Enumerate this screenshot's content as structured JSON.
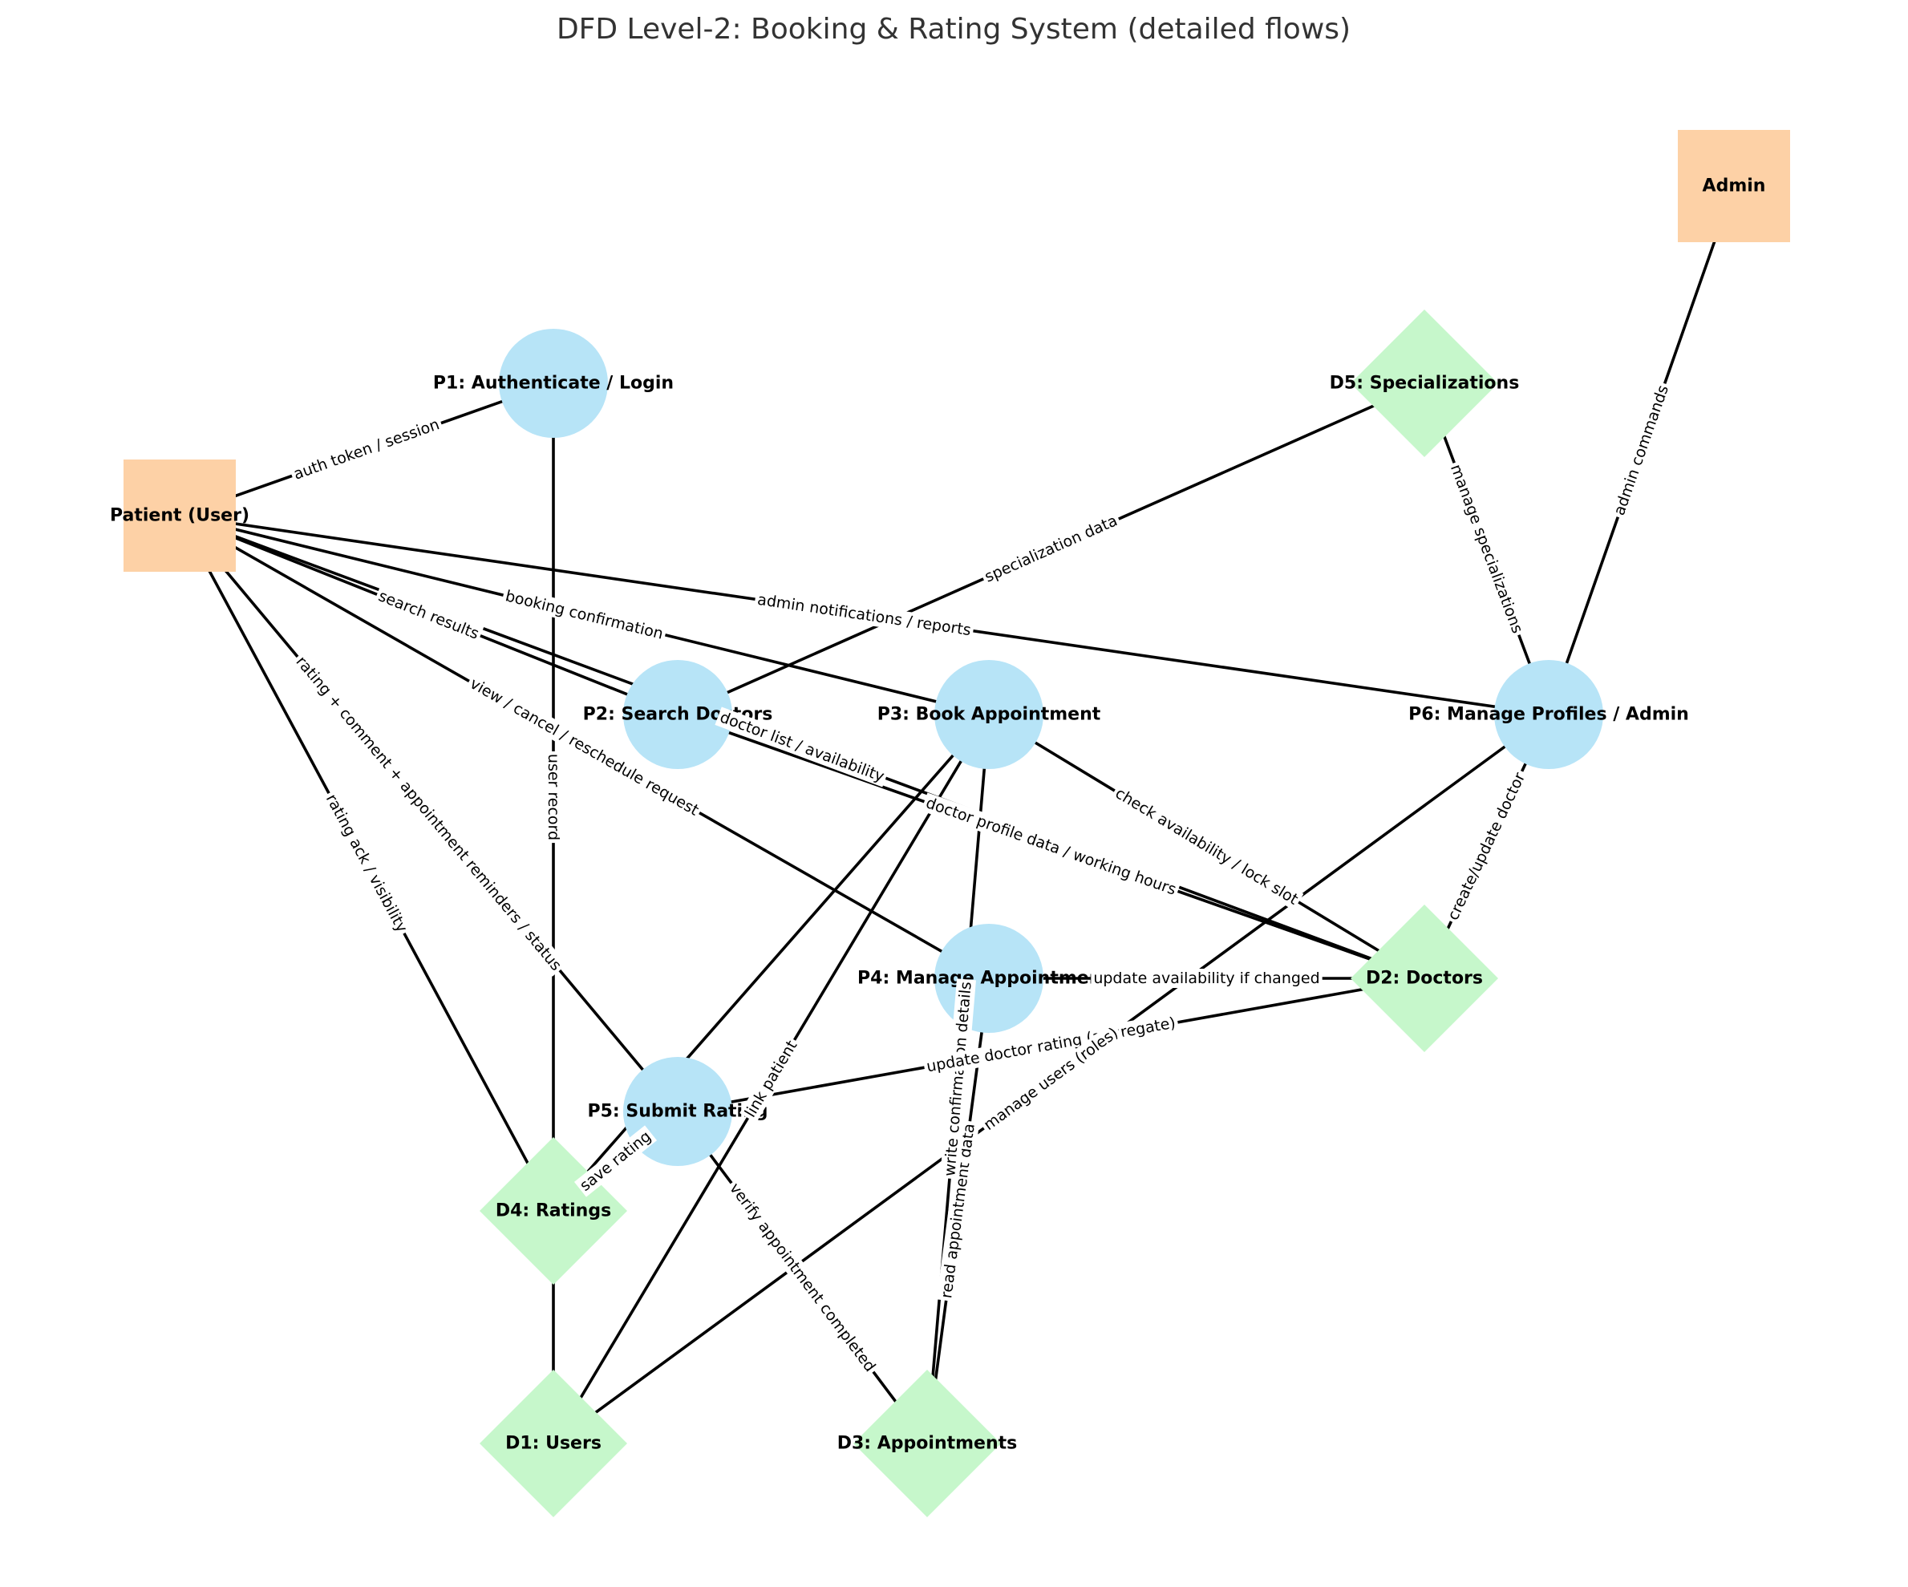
{
  "title": "DFD Level-2: Booking & Rating System (detailed flows)",
  "colors": {
    "external": "#fdd1a6",
    "process": "#b7e4f7",
    "datastore": "#c6f7cb",
    "edge": "#000000",
    "title": "#333333"
  },
  "nodes": [
    {
      "id": "patient",
      "kind": "external",
      "label": "Patient (User)"
    },
    {
      "id": "admin",
      "kind": "external",
      "label": "Admin"
    },
    {
      "id": "p1",
      "kind": "process",
      "label": "P1: Authenticate / Login"
    },
    {
      "id": "p2",
      "kind": "process",
      "label": "P2: Search Doctors"
    },
    {
      "id": "p3",
      "kind": "process",
      "label": "P3: Book Appointment"
    },
    {
      "id": "p4",
      "kind": "process",
      "label": "P4: Manage Appointments"
    },
    {
      "id": "p5",
      "kind": "process",
      "label": "P5: Submit Rating"
    },
    {
      "id": "p6",
      "kind": "process",
      "label": "P6: Manage Profiles / Admin"
    },
    {
      "id": "d1",
      "kind": "datastore",
      "label": "D1: Users"
    },
    {
      "id": "d2",
      "kind": "datastore",
      "label": "D2: Doctors"
    },
    {
      "id": "d3",
      "kind": "datastore",
      "label": "D3: Appointments"
    },
    {
      "id": "d4",
      "kind": "datastore",
      "label": "D4: Ratings"
    },
    {
      "id": "d5",
      "kind": "datastore",
      "label": "D5: Specializations"
    }
  ],
  "flows": [
    {
      "from": "patient",
      "to": "p1",
      "label": "auth token / session"
    },
    {
      "from": "patient",
      "to": "p2",
      "label": "search results"
    },
    {
      "from": "patient",
      "to": "p3",
      "label": "booking confirmation"
    },
    {
      "from": "patient",
      "to": "p4",
      "label": "view / cancel / reschedule request"
    },
    {
      "from": "patient",
      "to": "p5",
      "label": "rating + comment + appointment reminders / status"
    },
    {
      "from": "patient",
      "to": "p6",
      "label": "admin notifications / reports"
    },
    {
      "from": "patient",
      "to": "d4",
      "label": "rating ack / visibility"
    },
    {
      "from": "patient",
      "to": "d2",
      "label": "doctor list / availability"
    },
    {
      "from": "admin",
      "to": "p6",
      "label": "admin commands"
    },
    {
      "from": "p1",
      "to": "d4",
      "label": "user record"
    },
    {
      "from": "p2",
      "to": "d5",
      "label": "specialization data"
    },
    {
      "from": "p2",
      "to": "d2",
      "label": "doctor profile data / working hours"
    },
    {
      "from": "p3",
      "to": "d2",
      "label": "check availability / lock slot"
    },
    {
      "from": "p3",
      "to": "d4",
      "label": ""
    },
    {
      "from": "p3",
      "to": "d1",
      "label": "link patient"
    },
    {
      "from": "p4",
      "to": "d2",
      "label": "update availability if changed"
    },
    {
      "from": "p4",
      "to": "d3",
      "label": "read appointment data"
    },
    {
      "from": "p3",
      "to": "d3",
      "label": "write confirmation details"
    },
    {
      "from": "p5",
      "to": "d2",
      "label": "update doctor rating (aggregate)"
    },
    {
      "from": "p5",
      "to": "d4",
      "label": "save rating"
    },
    {
      "from": "p5",
      "to": "d3",
      "label": "verify appointment completed"
    },
    {
      "from": "p6",
      "to": "d5",
      "label": "manage specializations"
    },
    {
      "from": "p6",
      "to": "d2",
      "label": "create/update doctor"
    },
    {
      "from": "p6",
      "to": "d1",
      "label": "manage users (roles)"
    },
    {
      "from": "d4",
      "to": "d1",
      "label": ""
    }
  ]
}
